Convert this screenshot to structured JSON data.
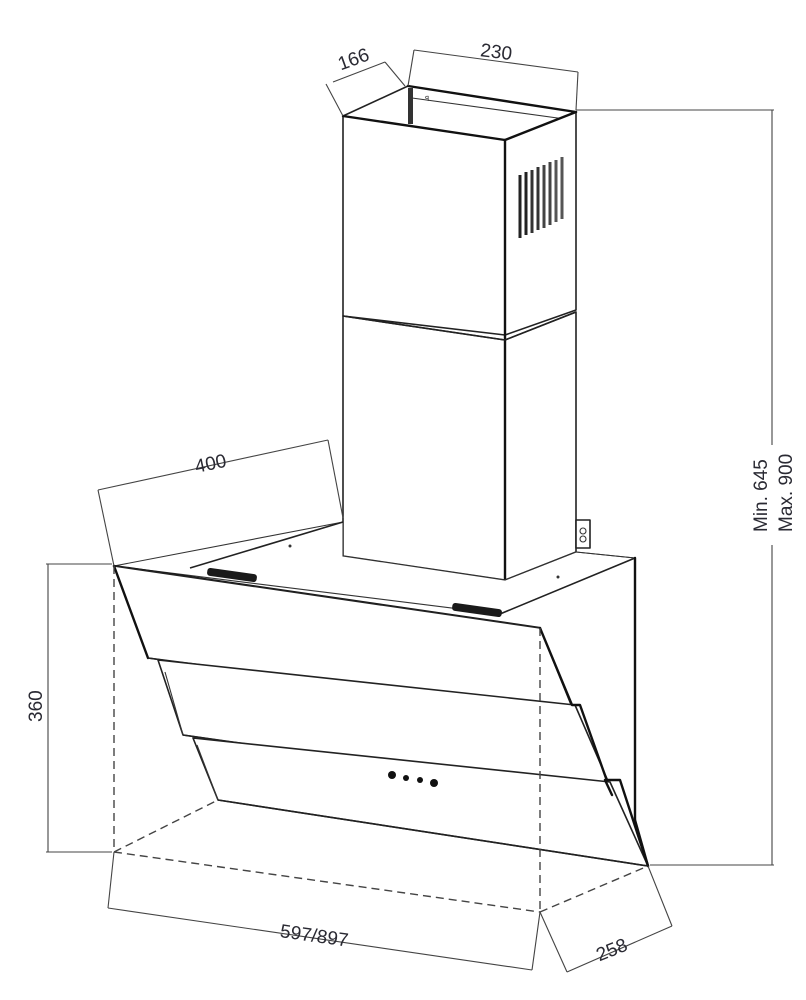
{
  "diagram": {
    "subject": "Angled glass chimney cooker hood",
    "background": "#ffffff",
    "line_color": "#111111",
    "dimensions": {
      "chimney_depth": "166",
      "chimney_width": "230",
      "canopy_depth_top": "400",
      "glass_height": "360",
      "total_height_min": "Min. 645",
      "total_height_max": "Max. 900",
      "hood_width": "597/897",
      "hood_depth_bottom": "258"
    },
    "units": "mm",
    "components": [
      "upper-chimney-section",
      "lower-chimney-section",
      "ventilation-grille",
      "canopy-body",
      "glass-panel-top",
      "glass-panel-middle",
      "glass-panel-bottom",
      "control-buttons",
      "hinges",
      "wall-bracket"
    ],
    "control_buttons_count": 4
  }
}
